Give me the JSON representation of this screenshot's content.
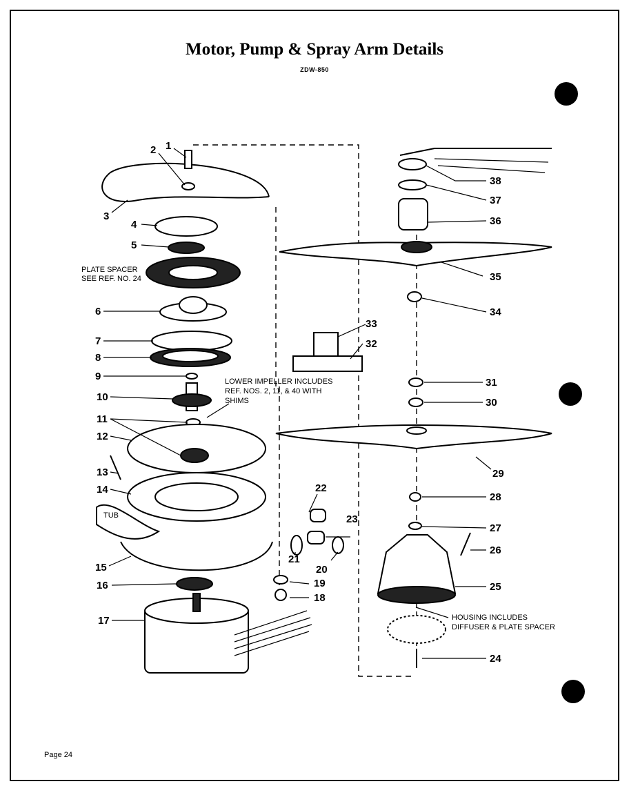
{
  "page": {
    "title": "Motor, Pump & Spray Arm Details",
    "model": "ZDW-850",
    "footer": "Page 24"
  },
  "notes": {
    "plate_spacer": [
      "PLATE SPACER",
      "SEE REF. NO. 24"
    ],
    "lower_impeller": [
      "LOWER IMPELLER INCLUDES",
      "REF. NOS. 2, 11, & 40 WITH",
      "SHIMS"
    ],
    "tub": "TUB",
    "housing": [
      "HOUSING INCLUDES",
      "DIFFUSER & PLATE SPACER"
    ]
  },
  "callouts": [
    "1",
    "2",
    "3",
    "4",
    "5",
    "6",
    "7",
    "8",
    "9",
    "10",
    "11",
    "12",
    "13",
    "14",
    "15",
    "16",
    "17",
    "18",
    "19",
    "20",
    "21",
    "22",
    "23",
    "24",
    "25",
    "26",
    "27",
    "28",
    "29",
    "30",
    "31",
    "32",
    "33",
    "34",
    "35",
    "36",
    "37",
    "38"
  ]
}
